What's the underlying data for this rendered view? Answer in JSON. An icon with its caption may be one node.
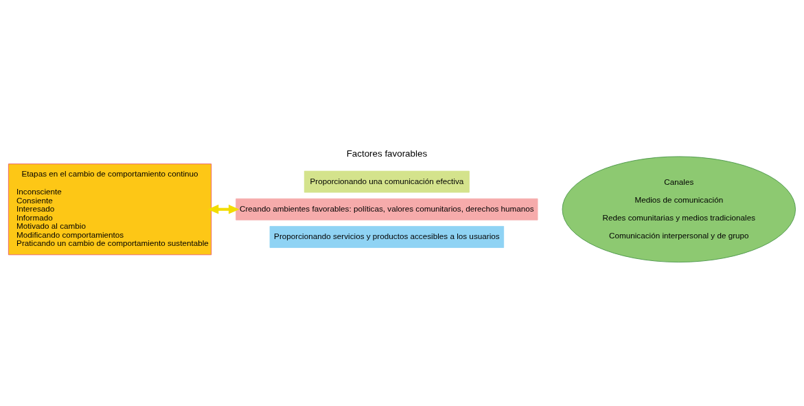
{
  "diagram": {
    "nodes": [
      {
        "text": [
          "Etapas en el cambio de comportamiento continuo",
          "Inconsciente",
          "Consiente",
          "Interesado",
          "Informado",
          "Motivado al cambio",
          "Modificando comportamientos",
          "Praticando un cambio de comportamiento sustentable"
        ]
      },
      {
        "text": [
          "Proporcionando una comunicación efectiva"
        ]
      },
      {
        "text": [
          "Creando ambientes favorables: políticas, valores comunitarios, derechos humanos"
        ]
      },
      {
        "text": [
          "Proporcionando servicios y productos accesibles a los usuarios"
        ]
      },
      {
        "text": [
          "Canales",
          "Medios de comunicación",
          "Redes comunitarias y medios tradicionales",
          "Comunicación interpersonal y de grupo"
        ]
      }
    ],
    "edges": [
      {
        "from": 0,
        "to": 2,
        "arrow": "both"
      }
    ],
    "labels": [
      "Factores favorables"
    ]
  }
}
